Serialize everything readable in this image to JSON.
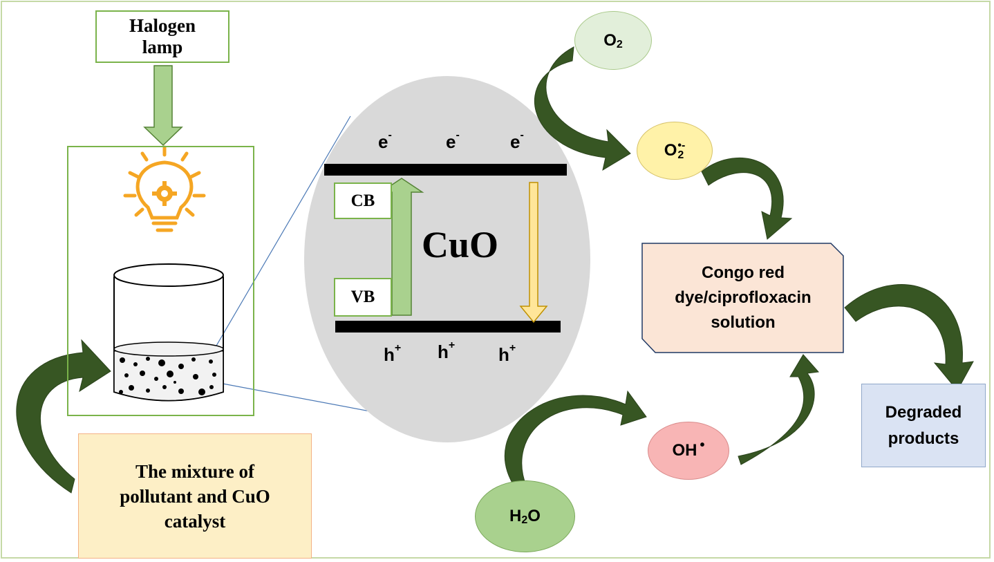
{
  "lamp": {
    "line1": "Halogen",
    "line2": "lamp"
  },
  "mixture": {
    "line1": "The mixture of",
    "line2": "pollutant and CuO",
    "line3": "catalyst"
  },
  "semiconductor": {
    "name": "CuO",
    "cb_label": "CB",
    "vb_label": "VB",
    "electrons": [
      "e",
      "e",
      "e"
    ],
    "electron_charge": "-",
    "holes": [
      "h",
      "h",
      "h"
    ],
    "hole_charge": "+"
  },
  "species": {
    "o2": {
      "base": "O",
      "sub": "2"
    },
    "superoxide": {
      "base": "O",
      "sub": "2",
      "sup": "•-"
    },
    "hydroxyl": {
      "base": "OH",
      "sup": "•"
    },
    "water": {
      "base": "H",
      "sub": "2",
      "tail": "O"
    }
  },
  "solution": {
    "line1": "Congo red",
    "line2": "dye/ciprofloxacin",
    "line3": "solution"
  },
  "degraded": {
    "line1": "Degraded",
    "line2": "products"
  },
  "colors": {
    "frame": "#c5d9a6",
    "curved_arrow": "#375623",
    "cb_arrow": "#a9d18e",
    "vb_arrow": "#ffe699",
    "ellipse": "#d9d9d9",
    "bulb": "#f5a623"
  }
}
